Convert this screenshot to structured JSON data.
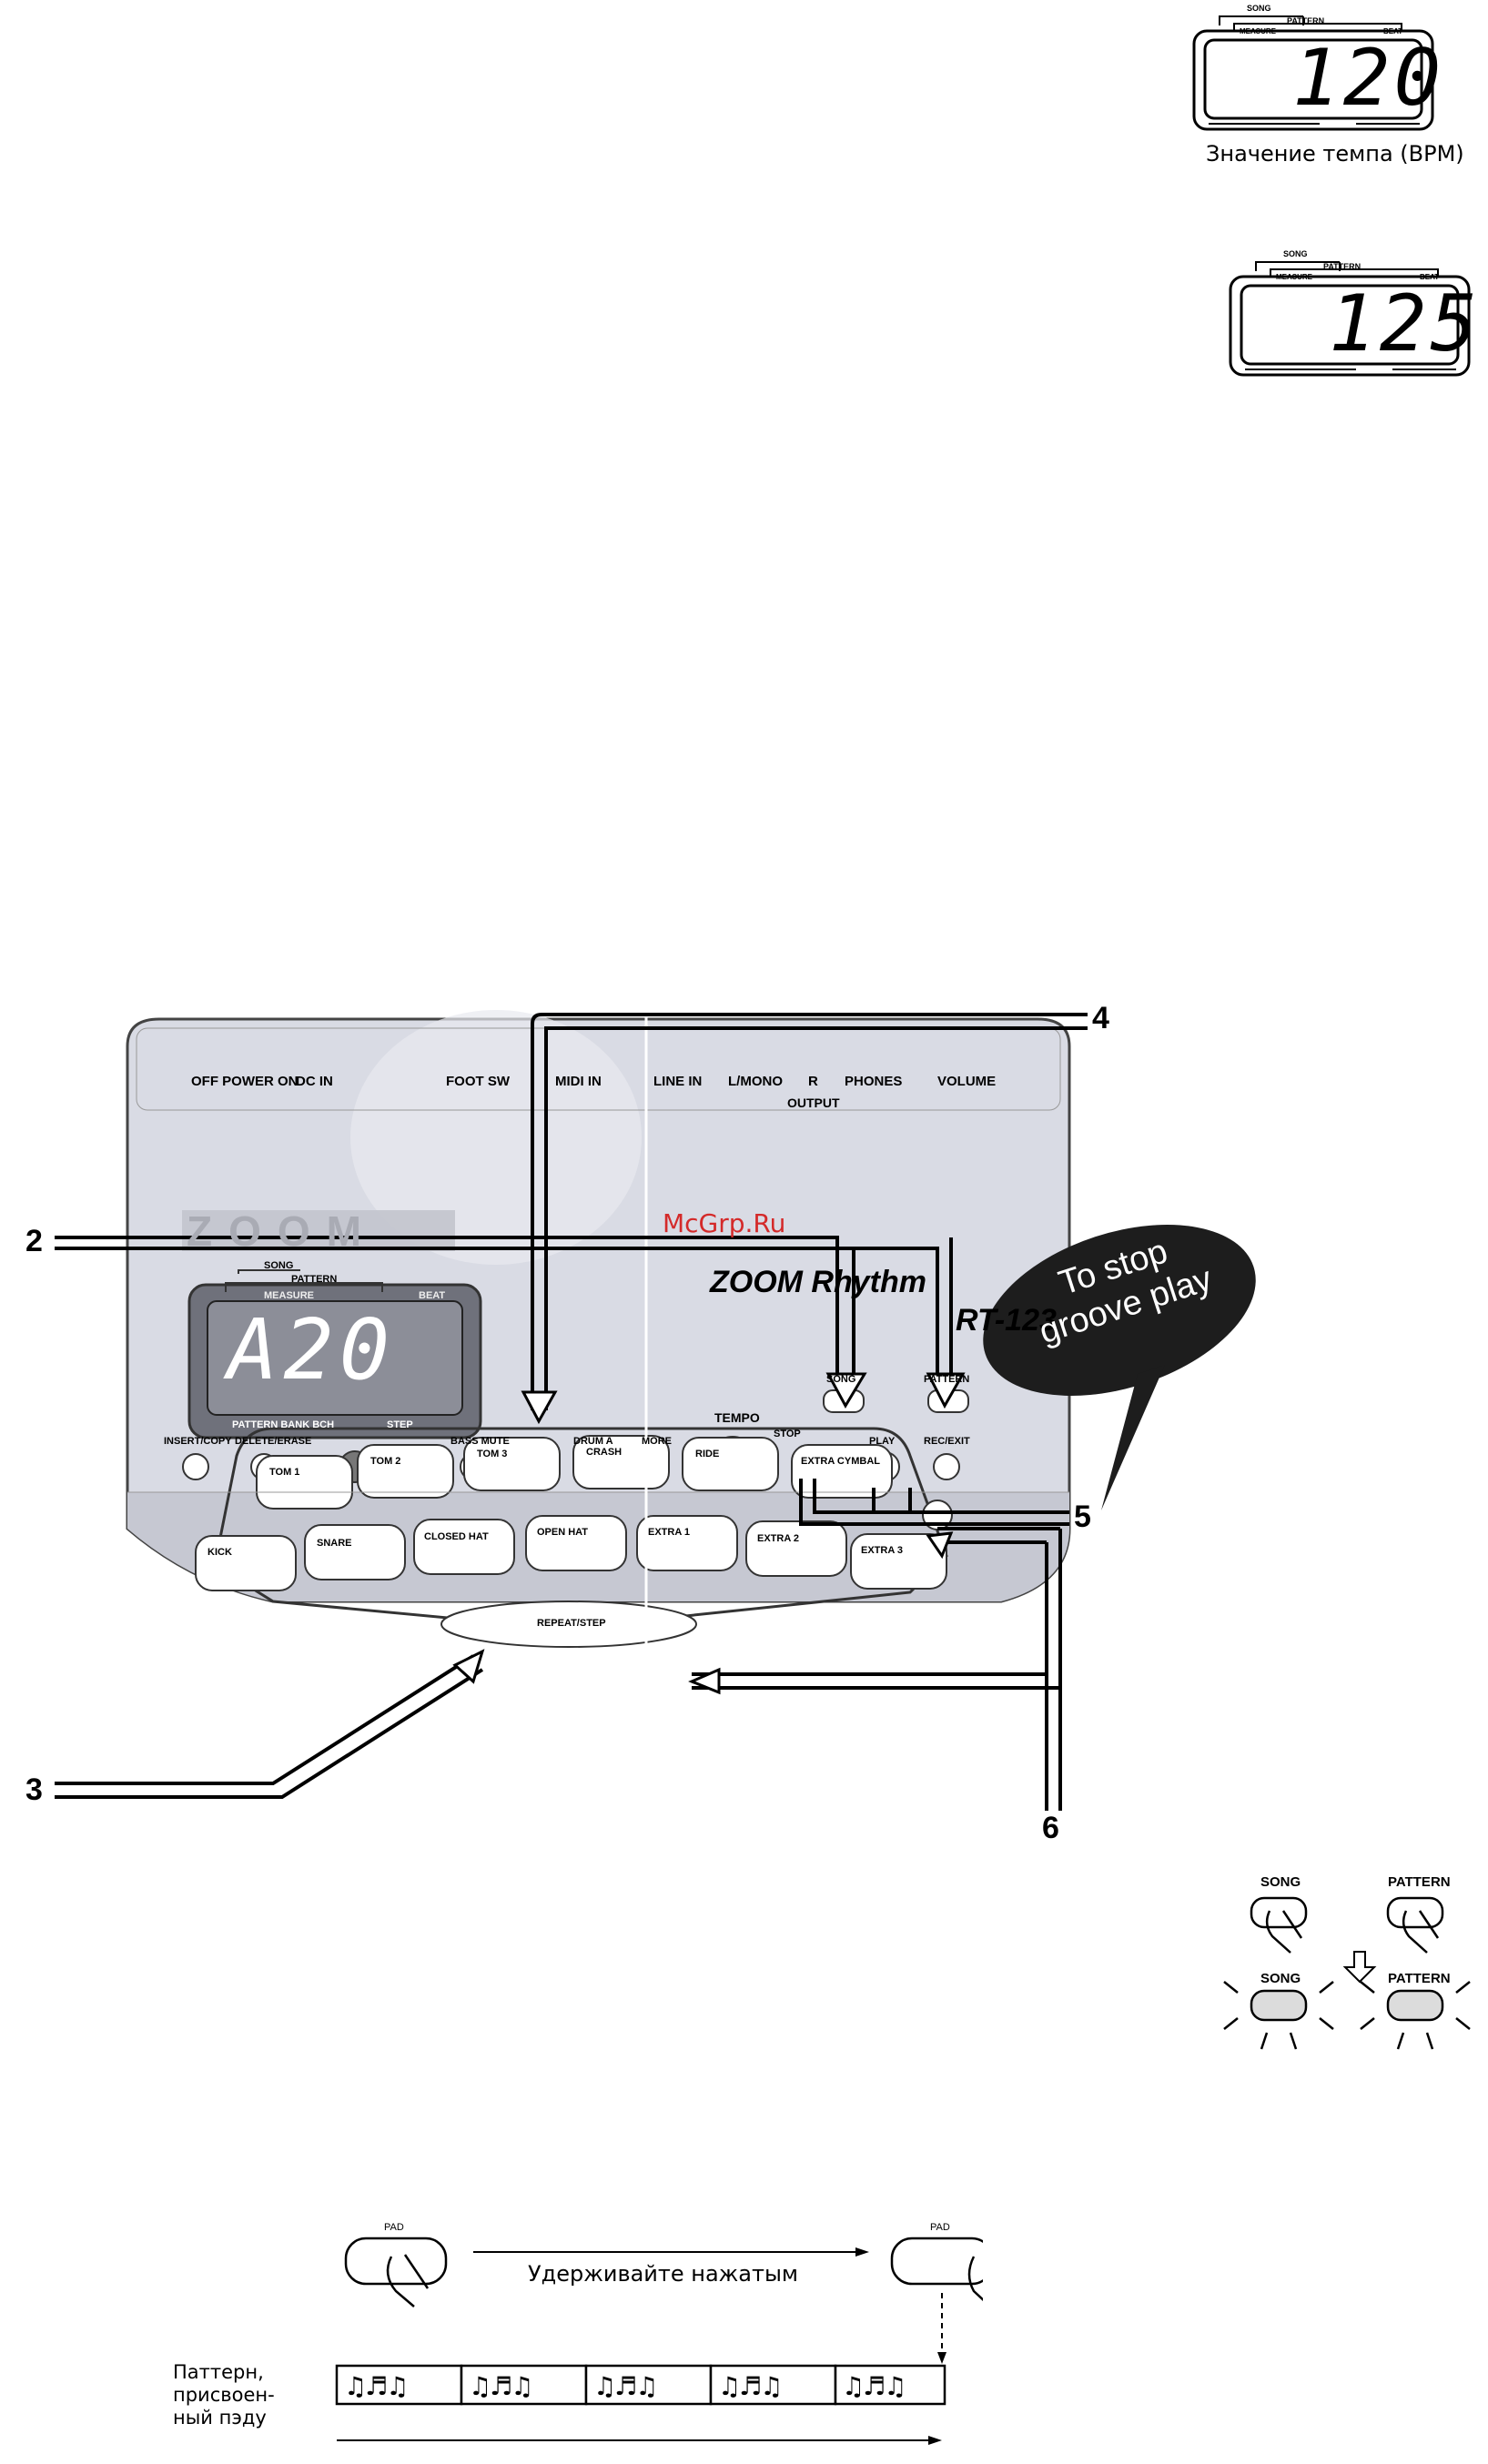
{
  "lcd_top": {
    "song_label": "SONG",
    "pattern_label": "PATTERN",
    "measure_label": "MEASURE",
    "beat_label": "BEAT",
    "value": "120",
    "caption": "Значение темпа (BPM)"
  },
  "lcd_second": {
    "song_label": "SONG",
    "pattern_label": "PATTERN",
    "measure_label": "MEASURE",
    "beat_label": "BEAT",
    "value": "125"
  },
  "device": {
    "display_value": "A20",
    "display_song": "SONG",
    "display_pattern": "PATTERN",
    "display_measure": "MEASURE",
    "display_beat": "BEAT",
    "display_bottom_left": "PATTERN BANK BCH",
    "display_bottom_right": "STEP",
    "brand_logo": "ZOOM",
    "model_text": "ZOOM Rhythm",
    "model_number": "RT-123",
    "top_labels": [
      "OFF POWER ON",
      "DC IN",
      "FOOT SW",
      "MIDI IN",
      "LINE IN",
      "L/MONO",
      "R",
      "PHONES",
      "VOLUME"
    ],
    "output_label": "OUTPUT",
    "buttons": [
      "INSERT/COPY",
      "DELETE/ERASE",
      "BASS MUTE",
      "DRUM A",
      "MORE",
      "TEMPO",
      "SONG",
      "PATTERN",
      "STOP",
      "PLAY",
      "REC/EXIT"
    ],
    "pads_top": [
      "TOM 1",
      "TOM 2",
      "TOM 3",
      "CRASH",
      "RIDE",
      "EXTRA CYMBAL"
    ],
    "pads_bottom": [
      "KICK",
      "SNARE",
      "CLOSED HAT",
      "OPEN HAT",
      "EXTRA 1",
      "EXTRA 2",
      "EXTRA 3"
    ],
    "repeat_step": "REPEAT/STEP"
  },
  "watermark": "McGrp.Ru",
  "speech_bubble": "To stop groove play",
  "callouts": [
    "2",
    "3",
    "4",
    "5",
    "6"
  ],
  "button_icons": {
    "song_label": "SONG",
    "pattern_label": "PATTERN"
  },
  "hold_diagram": {
    "pad_label": "PAD",
    "hold_text": "Удерживайте нажатым",
    "pattern_assigned": "Паттерн, присвоен-ный пэду"
  },
  "colors": {
    "device_body": "#d9dbe4",
    "device_shade": "#c6c8d2",
    "lcd_bg": "#8c8e98",
    "bubble": "#1d1d1d"
  }
}
